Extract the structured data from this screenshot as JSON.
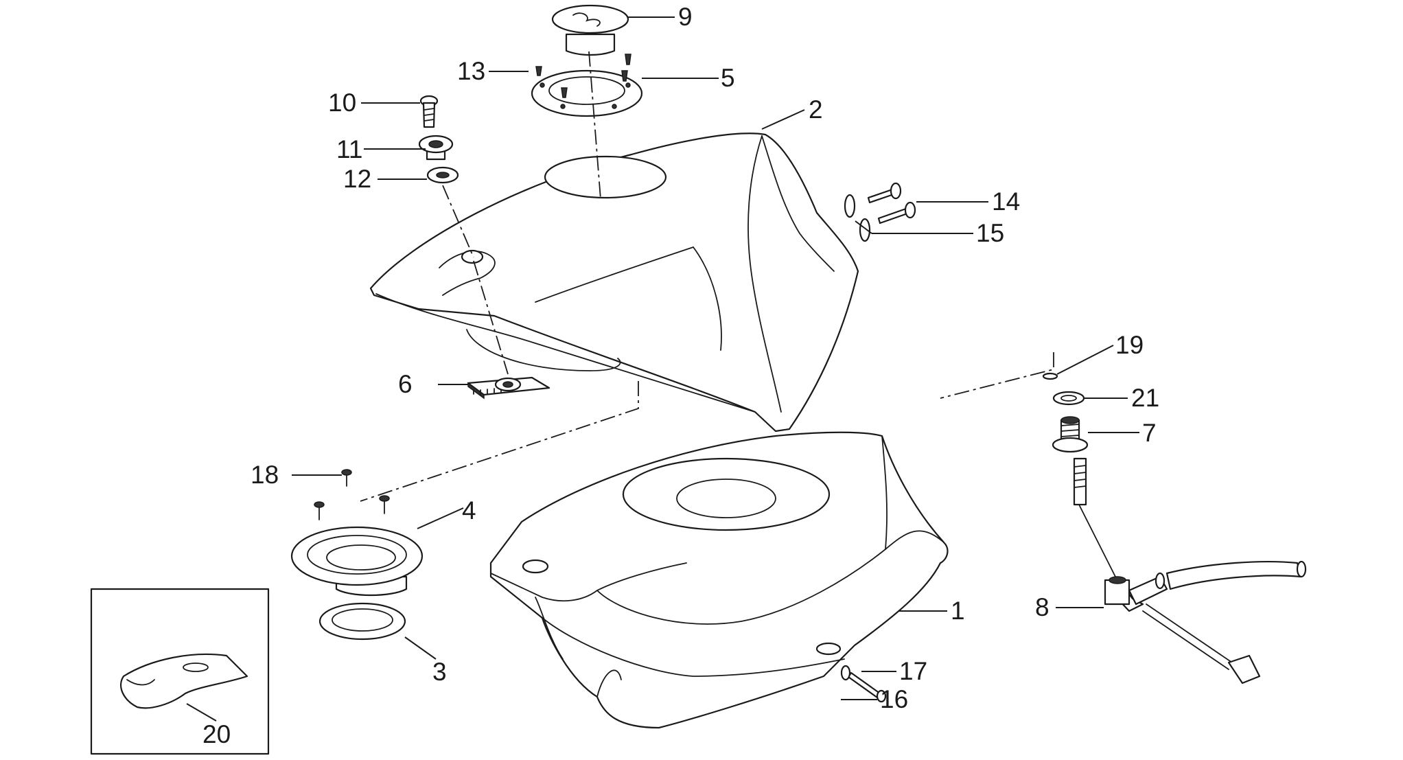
{
  "diagram": {
    "callouts": [
      {
        "id": "c1",
        "label": "1"
      },
      {
        "id": "c2",
        "label": "2"
      },
      {
        "id": "c3",
        "label": "3"
      },
      {
        "id": "c4",
        "label": "4"
      },
      {
        "id": "c5",
        "label": "5"
      },
      {
        "id": "c6",
        "label": "6"
      },
      {
        "id": "c7",
        "label": "7"
      },
      {
        "id": "c8",
        "label": "8"
      },
      {
        "id": "c9",
        "label": "9"
      },
      {
        "id": "c10",
        "label": "10"
      },
      {
        "id": "c11",
        "label": "11"
      },
      {
        "id": "c12",
        "label": "12"
      },
      {
        "id": "c13",
        "label": "13"
      },
      {
        "id": "c14",
        "label": "14"
      },
      {
        "id": "c15",
        "label": "15"
      },
      {
        "id": "c16",
        "label": "16"
      },
      {
        "id": "c17",
        "label": "17"
      },
      {
        "id": "c18",
        "label": "18"
      },
      {
        "id": "c19",
        "label": "19"
      },
      {
        "id": "c20",
        "label": "20"
      },
      {
        "id": "c21",
        "label": "21"
      }
    ]
  }
}
